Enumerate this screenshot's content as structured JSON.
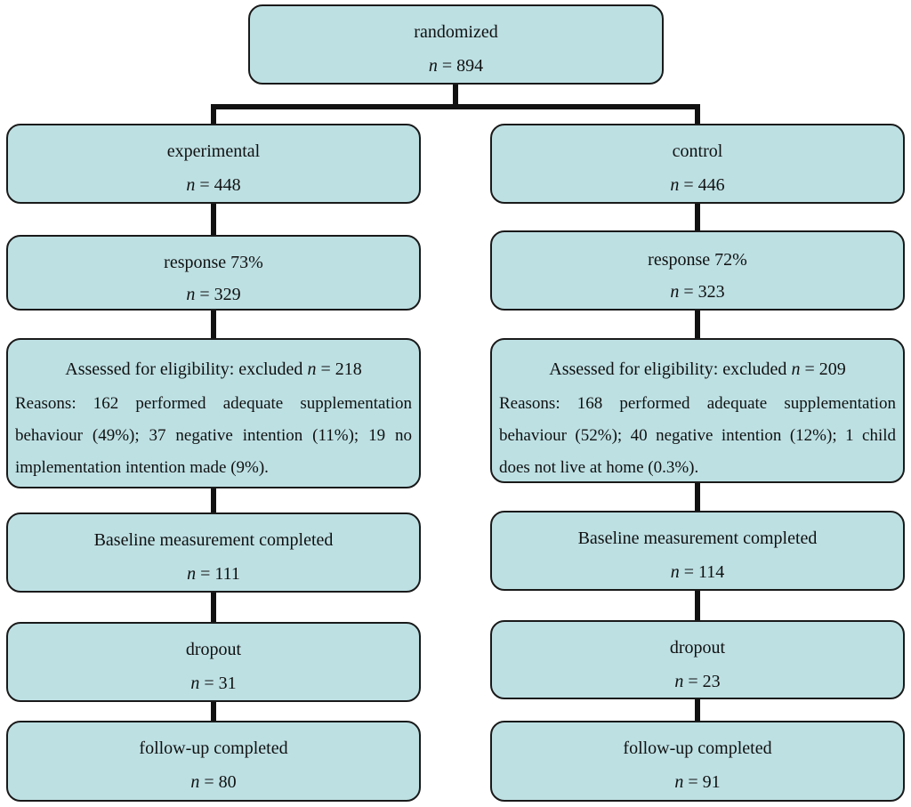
{
  "root": {
    "label": "randomized",
    "n_prefix": "n",
    "n_text": " = 894"
  },
  "left": {
    "group": {
      "label": "experimental",
      "n_prefix": "n",
      "n_text": " = 448"
    },
    "response": {
      "label": "response 73%",
      "n_prefix": "n",
      "n_text": " = 329"
    },
    "eligibility": {
      "label_pre": "Assessed for eligibility: excluded ",
      "n_prefix": "n",
      "n_text": " = 218",
      "reasons": "Reasons: 162 performed adequate supplementation behaviour (49%); 37 negative intention (11%); 19 no implementation intention made (9%)."
    },
    "baseline": {
      "label": "Baseline measurement completed",
      "n_prefix": "n",
      "n_text": " = 111"
    },
    "dropout": {
      "label": "dropout",
      "n_prefix": "n",
      "n_text": " = 31"
    },
    "followup": {
      "label": "follow-up completed",
      "n_prefix": "n",
      "n_text": " = 80"
    }
  },
  "right": {
    "group": {
      "label": "control",
      "n_prefix": "n",
      "n_text": " = 446"
    },
    "response": {
      "label": "response 72%",
      "n_prefix": "n",
      "n_text": " = 323"
    },
    "eligibility": {
      "label_pre": "Assessed for eligibility: excluded ",
      "n_prefix": "n",
      "n_text": " = 209",
      "reasons": "Reasons: 168 performed adequate supplementation behaviour (52%); 40 negative intention (12%); 1 child does not live at home (0.3%)."
    },
    "baseline": {
      "label": "Baseline measurement completed",
      "n_prefix": "n",
      "n_text": " = 114"
    },
    "dropout": {
      "label": "dropout",
      "n_prefix": "n",
      "n_text": " = 23"
    },
    "followup": {
      "label": "follow-up completed",
      "n_prefix": "n",
      "n_text": " = 91"
    }
  }
}
